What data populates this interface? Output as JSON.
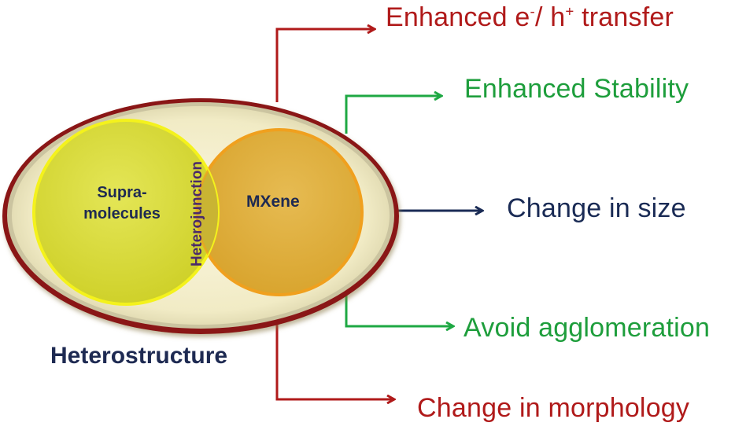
{
  "diagram": {
    "core": {
      "left_circle": "Supra-\nmolecules",
      "right_circle": "MXene",
      "overlap": "Heterojunction",
      "container": "Heterostructure"
    },
    "outcomes": [
      {
        "id": "electron",
        "text_main": "Enhanced e",
        "sup1": "-",
        "text_mid": "/ h",
        "sup2": "+",
        "text_end": " transfer",
        "color": "#b01a1a"
      },
      {
        "id": "stability",
        "text": "Enhanced Stability",
        "color": "#1e9e3c"
      },
      {
        "id": "size",
        "text": "Change in size",
        "color": "#1a2b55"
      },
      {
        "id": "agglom",
        "text": "Avoid agglomeration",
        "color": "#1e9e3c"
      },
      {
        "id": "morph",
        "text": "Change in morphology",
        "color": "#b01a1a"
      }
    ],
    "colors": {
      "red_arrow": "#b01a1a",
      "green_arrow": "#1ea843",
      "navy_arrow": "#1a2b55",
      "ellipse_outer": "#7a0f14",
      "ellipse_fill": "#f6f0d0",
      "supra_fill": "#d9dc2e",
      "supra_stroke": "#f4f21c",
      "mxene_fill": "#e0ae3b",
      "mxene_stroke": "#f09d1e",
      "overlap_fill": "#c8b532",
      "label_dark": "#1e2a52",
      "heterojunction_text": "#4a2a6a"
    }
  }
}
